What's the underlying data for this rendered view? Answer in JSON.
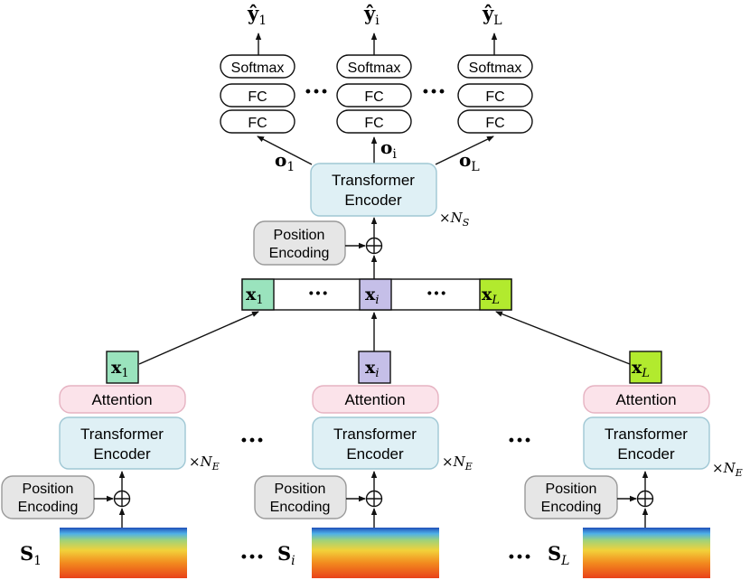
{
  "colors": {
    "encoder_fill": "#dff0f5",
    "encoder_stroke": "#9fc7d4",
    "attention_fill": "#fbe3ea",
    "attention_stroke": "#e6b3c2",
    "posenc_fill": "#e6e6e6",
    "posenc_stroke": "#9a9a9a",
    "x1_fill": "#9ae3bd",
    "xi_fill": "#c5bfe8",
    "xL_fill": "#b2ea2e"
  },
  "labels": {
    "softmax": "Softmax",
    "fc": "FC",
    "transformer_line1": "Transformer",
    "transformer_line2": "Encoder",
    "attention": "Attention",
    "position_line1": "Position",
    "position_line2": "Encoding",
    "ellipsis": "···",
    "oplus": "⊕"
  },
  "heads": [
    {
      "y_base": "ŷ",
      "y_sub": "1",
      "o_base": "o",
      "o_sub": "1"
    },
    {
      "y_base": "ŷ",
      "y_sub": "i",
      "o_base": "o",
      "o_sub": "i"
    },
    {
      "y_base": "ŷ",
      "y_sub": "L",
      "o_base": "o",
      "o_sub": "L"
    }
  ],
  "sequence_encoder": {
    "repeat_prefix": "×N",
    "repeat_sub": "S"
  },
  "sequence_tokens": [
    {
      "base": "x",
      "sub": "1"
    },
    {
      "base": "x",
      "sub": "i"
    },
    {
      "base": "x",
      "sub": "L"
    }
  ],
  "epoch_columns": [
    {
      "x_base": "x",
      "x_sub": "1",
      "s_base": "S",
      "s_sub": "1",
      "repeat_prefix": "×N",
      "repeat_sub": "E"
    },
    {
      "x_base": "x",
      "x_sub": "i",
      "s_base": "S",
      "s_sub": "i",
      "repeat_prefix": "×N",
      "repeat_sub": "E"
    },
    {
      "x_base": "x",
      "x_sub": "L",
      "s_base": "S",
      "s_sub": "L",
      "repeat_prefix": "×N",
      "repeat_sub": "E"
    }
  ]
}
